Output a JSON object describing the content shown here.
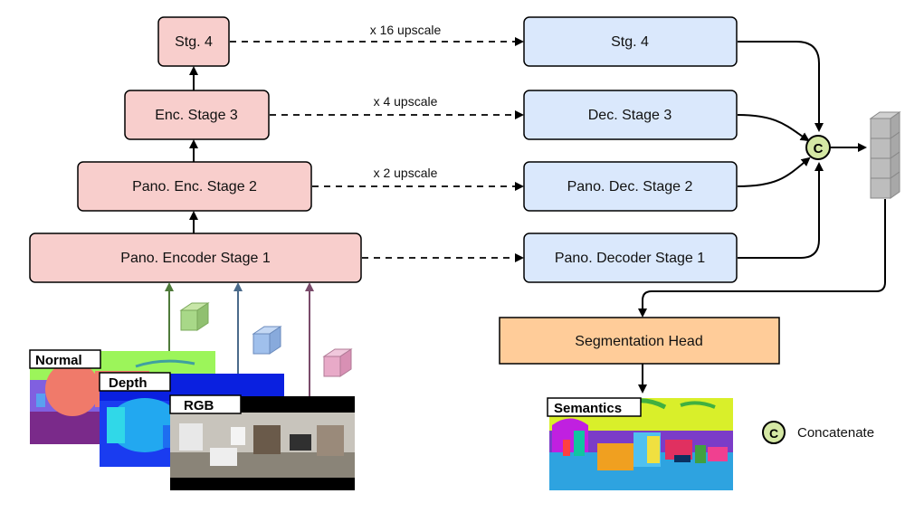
{
  "encoder": {
    "stage1": "Pano. Encoder Stage 1",
    "stage2": "Pano. Enc. Stage 2",
    "stage3": "Enc. Stage 3",
    "stage4": "Stg. 4"
  },
  "decoder": {
    "stage1": "Pano. Decoder Stage 1",
    "stage2": "Pano. Dec. Stage 2",
    "stage3": "Dec. Stage 3",
    "stage4": "Stg. 4"
  },
  "upscale": {
    "s2": "x 2 upscale",
    "s3": "x 4 upscale",
    "s4": "x 16 upscale"
  },
  "concat_symbol": "C",
  "segmentation_head": "Segmentation Head",
  "inputs": {
    "normal": "Normal",
    "depth": "Depth",
    "rgb": "RGB"
  },
  "output_label": "Semantics",
  "legend": {
    "symbol": "C",
    "label": "Concatenate"
  },
  "colors": {
    "encoder_fill": "#f8cecc",
    "decoder_fill": "#dae8fc",
    "head_fill": "#ffcc99",
    "concat_fill": "#d5e8a4",
    "normal_arrow": "#4e7a3a",
    "depth_arrow": "#4a6a8a",
    "rgb_arrow": "#7a4a6a"
  }
}
